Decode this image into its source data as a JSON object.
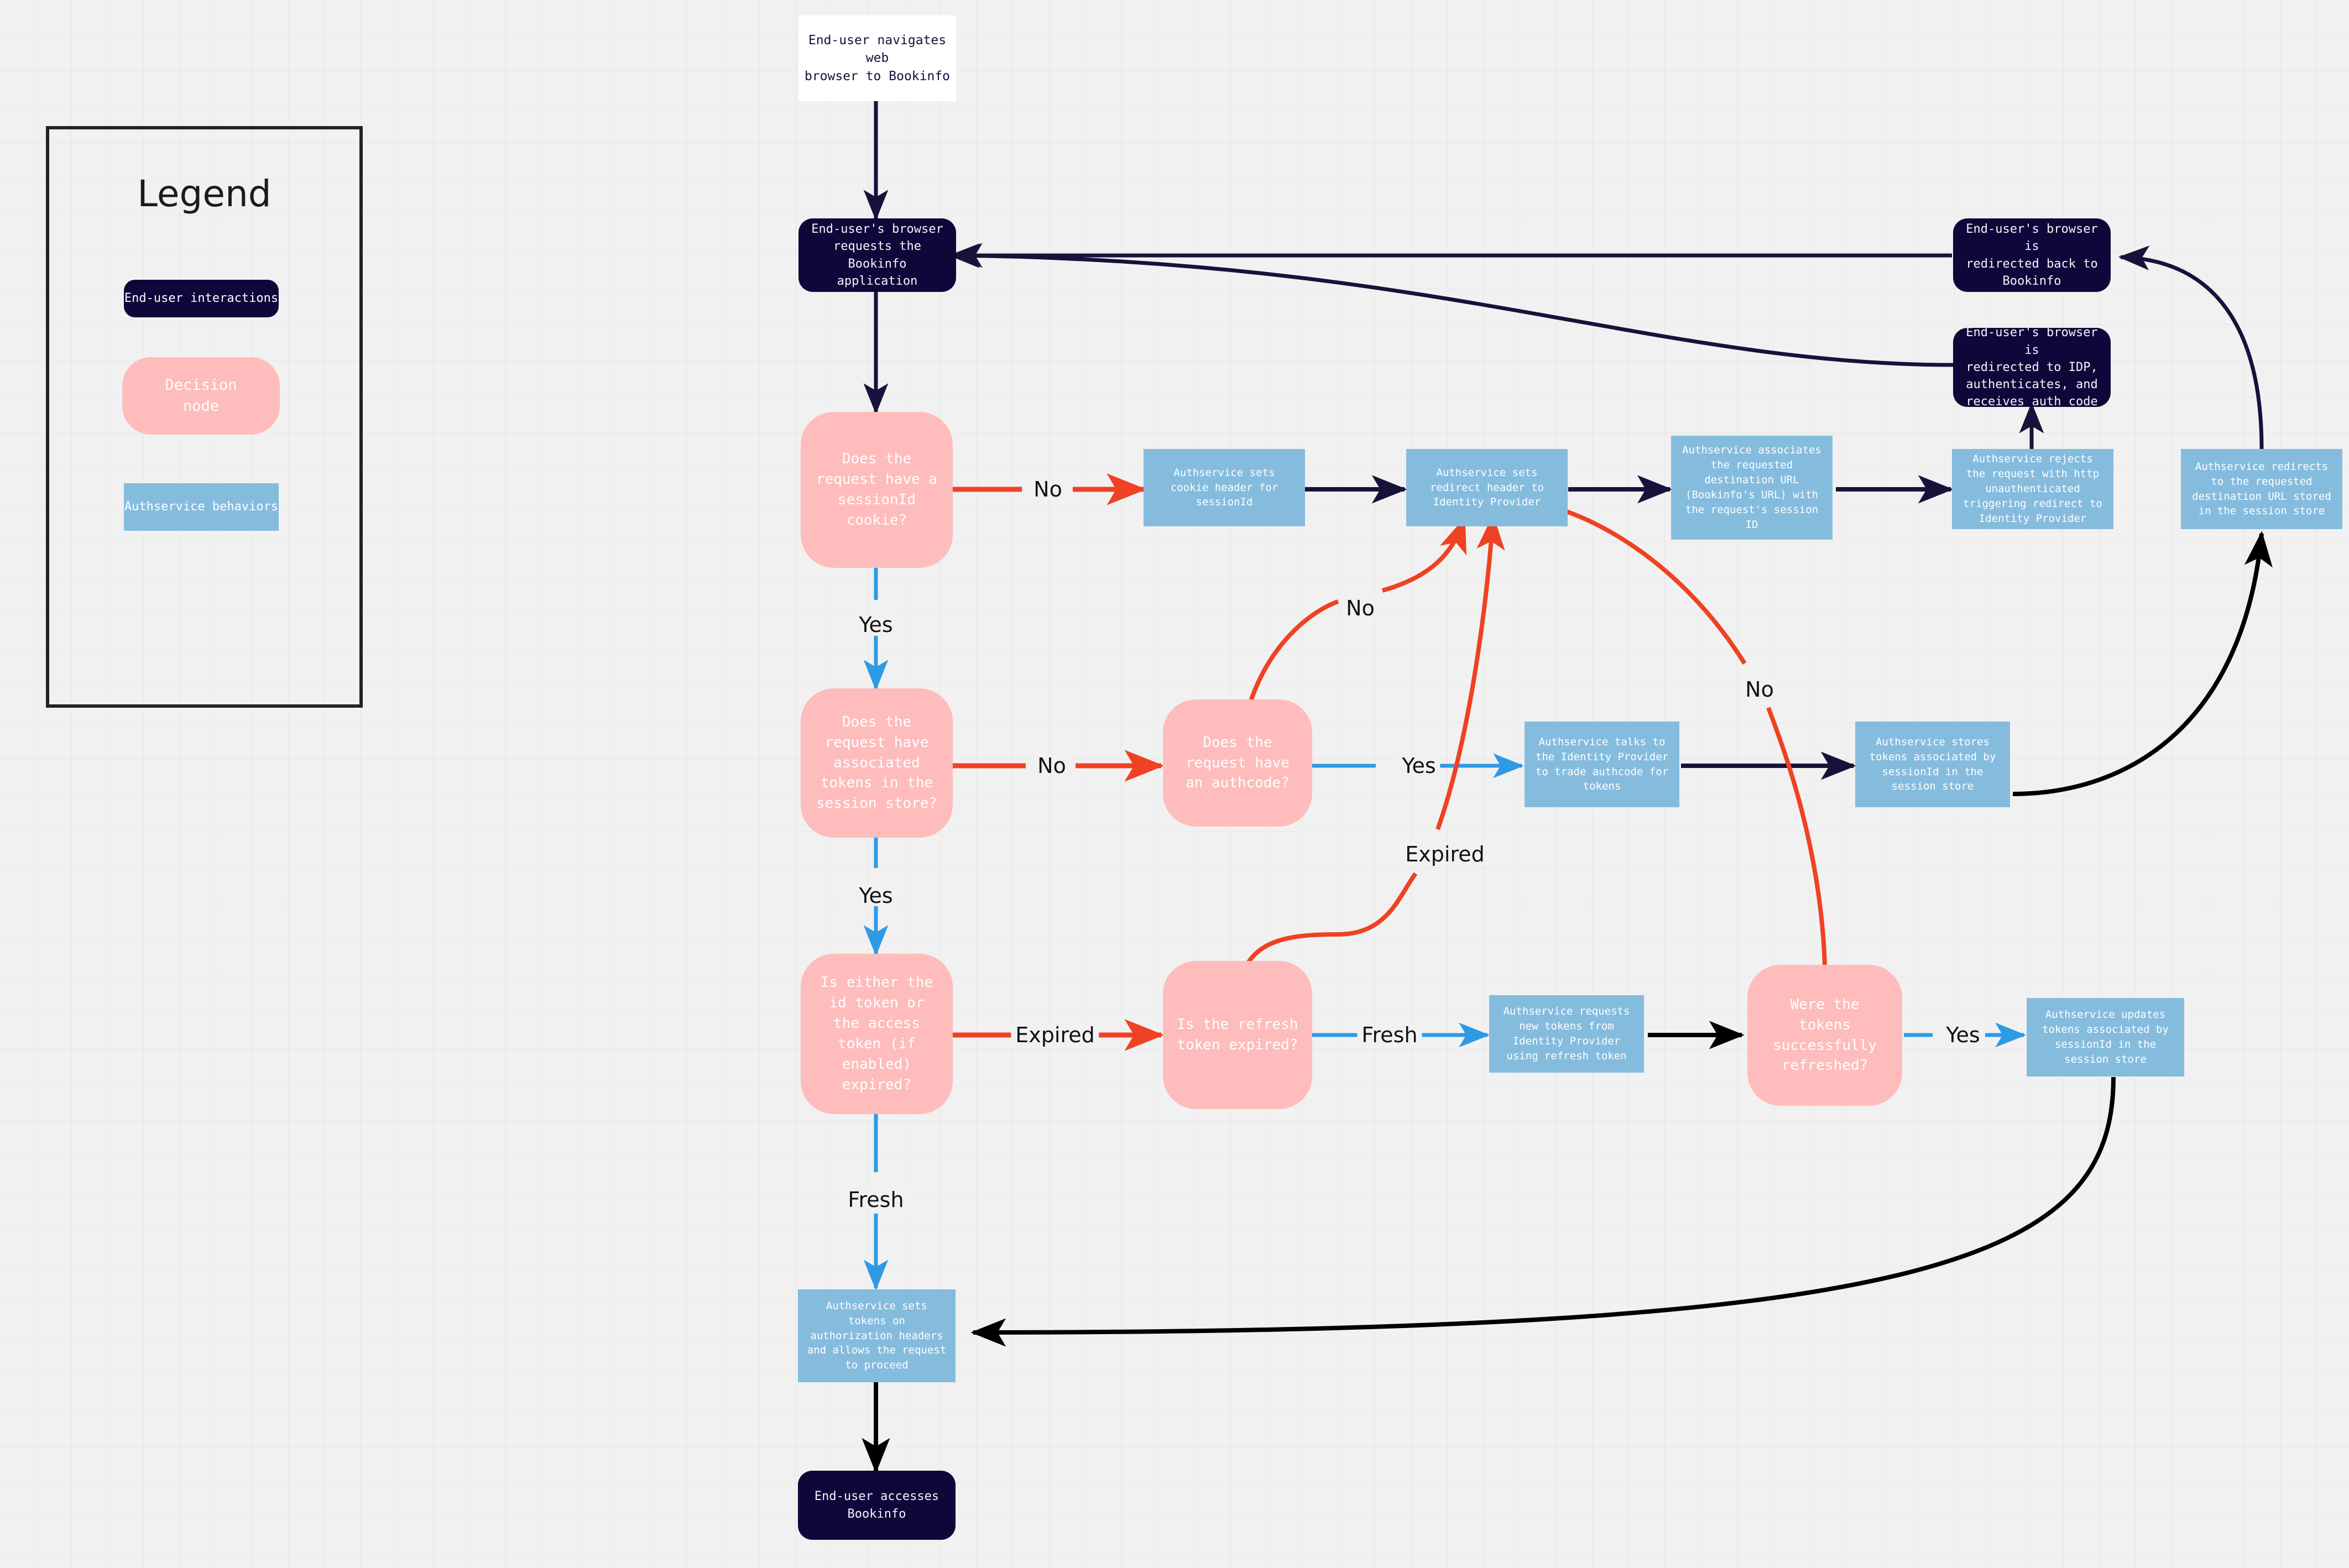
{
  "legend": {
    "title": "Legend",
    "items": [
      {
        "id": "end-user-interactions",
        "label": "End-user interactions",
        "color": "#11063a",
        "shape": "rounded"
      },
      {
        "id": "decision-node",
        "label": "Decision\nnode",
        "color": "#ffbcbc",
        "shape": "rounded"
      },
      {
        "id": "authservice-behaviors",
        "label": "Authservice behaviors",
        "color": "#85bcde",
        "shape": "rect"
      }
    ]
  },
  "palette": {
    "background": "#f1f1f1",
    "end_user_node": "#11063a",
    "decision_node": "#ffbcbc",
    "authservice_node": "#85bcde",
    "edge_dark": "#16123a",
    "edge_red": "#ef4123",
    "edge_blue": "#2e9ae6",
    "edge_black": "#000000"
  },
  "nodes": {
    "start": {
      "label": "End-user navigates web\nbrowser to Bookinfo",
      "type": "start"
    },
    "browser_requests": {
      "label": "End-user's browser\nrequests the Bookinfo\napplication",
      "type": "end-user"
    },
    "browser_back": {
      "label": "End-user's browser is\nredirected back to\nBookinfo",
      "type": "end-user"
    },
    "browser_idp": {
      "label": "End-user's browser is\nredirected to IDP,\nauthenticates, and\nreceives auth code",
      "type": "end-user"
    },
    "end_user_accesses": {
      "label": "End-user accesses\nBookinfo",
      "type": "end-user"
    },
    "d_session_cookie": {
      "label": "Does the\nrequest have a\nsessionId\ncookie?",
      "type": "decision"
    },
    "d_tokens_store": {
      "label": "Does the\nrequest have\nassociated\ntokens in the\nsession store?",
      "type": "decision"
    },
    "d_authcode": {
      "label": "Does the\nrequest have\nan authcode?",
      "type": "decision"
    },
    "d_token_expired": {
      "label": "Is either the\nid token or\nthe access\ntoken (if\nenabled)\nexpired?",
      "type": "decision"
    },
    "d_refresh_expired": {
      "label": "Is the refresh\ntoken expired?",
      "type": "decision"
    },
    "d_refresh_ok": {
      "label": "Were the\ntokens\nsuccessfully\nrefreshed?",
      "type": "decision"
    },
    "a_cookie_header": {
      "label": "Authservice sets\ncookie header for\nsessionId",
      "type": "authservice"
    },
    "a_redirect_header": {
      "label": "Authservice sets\nredirect header to\nIdentity Provider",
      "type": "authservice"
    },
    "a_associate_url": {
      "label": "Authservice associates\nthe requested\ndestination URL\n(Bookinfo's URL) with\nthe request's session\nID",
      "type": "authservice"
    },
    "a_reject_request": {
      "label": "Authservice rejects\nthe request with http\nunauthenticated\ntriggering redirect to\nIdentity Provider",
      "type": "authservice"
    },
    "a_redirect_dest": {
      "label": "Authservice redirects\nto the requested\ndestination URL stored\nin the session store",
      "type": "authservice"
    },
    "a_trade_authcode": {
      "label": "Authservice talks to\nthe Identity Provider\nto trade authcode for\ntokens",
      "type": "authservice"
    },
    "a_store_tokens": {
      "label": "Authservice stores\ntokens associated by\nsessionId in the\nsession store",
      "type": "authservice"
    },
    "a_request_new_tokens": {
      "label": "Authservice requests\nnew tokens from\nIdentity Provider\nusing refresh token",
      "type": "authservice"
    },
    "a_update_tokens": {
      "label": "Authservice updates\ntokens associated by\nsessionId in the\nsession store",
      "type": "authservice"
    },
    "a_set_auth_headers": {
      "label": "Authservice sets\ntokens on\nauthorization headers\nand allows the request\nto proceed",
      "type": "authservice"
    }
  },
  "edge_labels": {
    "cookie_no": "No",
    "cookie_yes": "Yes",
    "tokens_no": "No",
    "tokens_yes": "Yes",
    "authcode_no": "No",
    "authcode_yes": "Yes",
    "token_expired": "Expired",
    "token_fresh": "Fresh",
    "refresh_fresh": "Fresh",
    "refresh_expired": "Expired",
    "refreshed_yes": "Yes",
    "refreshed_no": "No"
  }
}
